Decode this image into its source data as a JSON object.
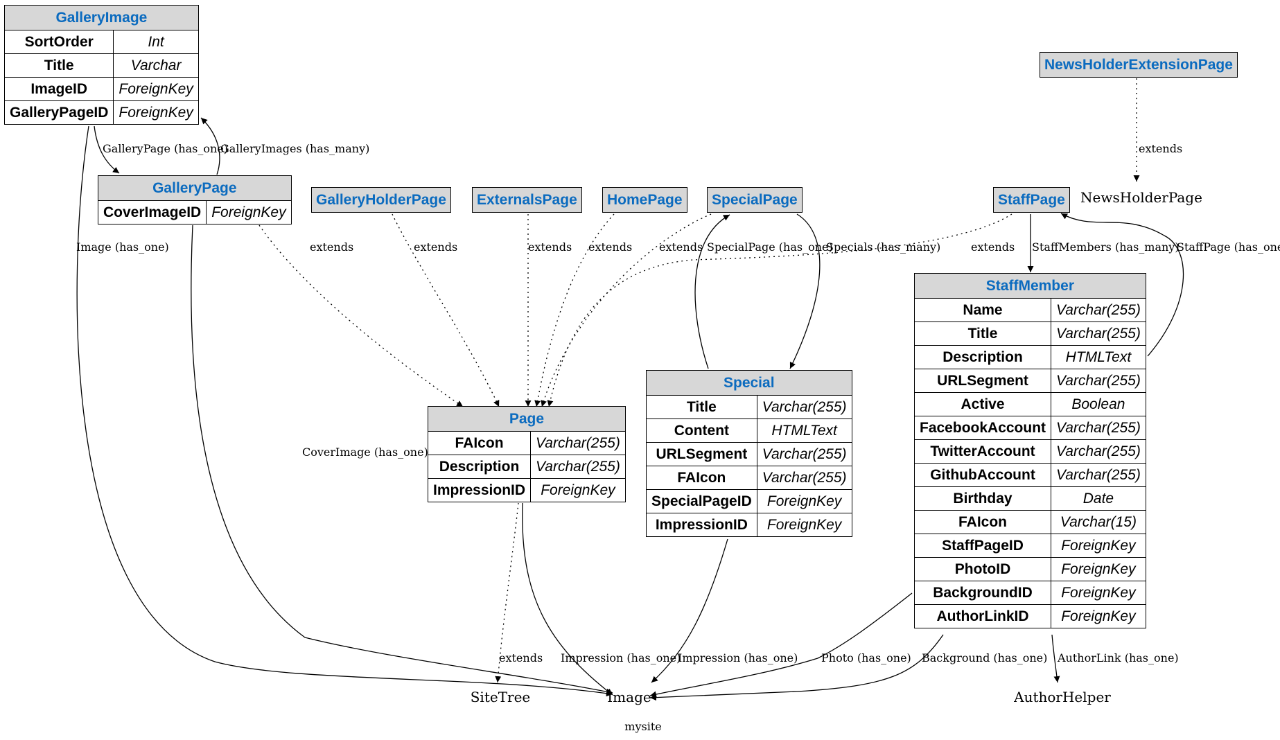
{
  "graph": {
    "caption": "mysite",
    "entities": {
      "GalleryImage": {
        "title": "GalleryImage",
        "fields": [
          {
            "name": "SortOrder",
            "type": "Int"
          },
          {
            "name": "Title",
            "type": "Varchar"
          },
          {
            "name": "ImageID",
            "type": "ForeignKey"
          },
          {
            "name": "GalleryPageID",
            "type": "ForeignKey"
          }
        ]
      },
      "GalleryPage": {
        "title": "GalleryPage",
        "fields": [
          {
            "name": "CoverImageID",
            "type": "ForeignKey"
          }
        ]
      },
      "GalleryHolderPage": {
        "title": "GalleryHolderPage",
        "fields": []
      },
      "ExternalsPage": {
        "title": "ExternalsPage",
        "fields": []
      },
      "HomePage": {
        "title": "HomePage",
        "fields": []
      },
      "SpecialPage": {
        "title": "SpecialPage",
        "fields": []
      },
      "StaffPage": {
        "title": "StaffPage",
        "fields": []
      },
      "NewsHolderExtensionPage": {
        "title": "NewsHolderExtensionPage",
        "fields": []
      },
      "Page": {
        "title": "Page",
        "fields": [
          {
            "name": "FAIcon",
            "type": "Varchar(255)"
          },
          {
            "name": "Description",
            "type": "Varchar(255)"
          },
          {
            "name": "ImpressionID",
            "type": "ForeignKey"
          }
        ]
      },
      "Special": {
        "title": "Special",
        "fields": [
          {
            "name": "Title",
            "type": "Varchar(255)"
          },
          {
            "name": "Content",
            "type": "HTMLText"
          },
          {
            "name": "URLSegment",
            "type": "Varchar(255)"
          },
          {
            "name": "FAIcon",
            "type": "Varchar(255)"
          },
          {
            "name": "SpecialPageID",
            "type": "ForeignKey"
          },
          {
            "name": "ImpressionID",
            "type": "ForeignKey"
          }
        ]
      },
      "StaffMember": {
        "title": "StaffMember",
        "fields": [
          {
            "name": "Name",
            "type": "Varchar(255)"
          },
          {
            "name": "Title",
            "type": "Varchar(255)"
          },
          {
            "name": "Description",
            "type": "HTMLText"
          },
          {
            "name": "URLSegment",
            "type": "Varchar(255)"
          },
          {
            "name": "Active",
            "type": "Boolean"
          },
          {
            "name": "FacebookAccount",
            "type": "Varchar(255)"
          },
          {
            "name": "TwitterAccount",
            "type": "Varchar(255)"
          },
          {
            "name": "GithubAccount",
            "type": "Varchar(255)"
          },
          {
            "name": "Birthday",
            "type": "Date"
          },
          {
            "name": "FAIcon",
            "type": "Varchar(15)"
          },
          {
            "name": "StaffPageID",
            "type": "ForeignKey"
          },
          {
            "name": "PhotoID",
            "type": "ForeignKey"
          },
          {
            "name": "BackgroundID",
            "type": "ForeignKey"
          },
          {
            "name": "AuthorLinkID",
            "type": "ForeignKey"
          }
        ]
      }
    },
    "external_nodes": {
      "NewsHolderPage": "NewsHolderPage",
      "SiteTree": "SiteTree",
      "Image": "Image",
      "AuthorHelper": "AuthorHelper"
    },
    "edges": [
      {
        "from": "GalleryImage",
        "to": "GalleryPage",
        "label": "GalleryPage (has_one)",
        "style": "solid"
      },
      {
        "from": "GalleryPage",
        "to": "GalleryImage",
        "label": "GalleryImages (has_many)",
        "style": "solid"
      },
      {
        "from": "GalleryImage",
        "to": "Image",
        "label": "Image (has_one)",
        "style": "solid"
      },
      {
        "from": "GalleryPage",
        "to": "Page",
        "label": "extends",
        "style": "dotted"
      },
      {
        "from": "GalleryPage",
        "to": "Image",
        "label": "CoverImage (has_one)",
        "style": "solid"
      },
      {
        "from": "GalleryHolderPage",
        "to": "Page",
        "label": "extends",
        "style": "dotted"
      },
      {
        "from": "ExternalsPage",
        "to": "Page",
        "label": "extends",
        "style": "dotted"
      },
      {
        "from": "HomePage",
        "to": "Page",
        "label": "extends",
        "style": "dotted"
      },
      {
        "from": "SpecialPage",
        "to": "Page",
        "label": "extends",
        "style": "dotted"
      },
      {
        "from": "Special",
        "to": "SpecialPage",
        "label": "SpecialPage (has_one)",
        "style": "solid"
      },
      {
        "from": "SpecialPage",
        "to": "Special",
        "label": "Specials (has_many)",
        "style": "solid"
      },
      {
        "from": "StaffPage",
        "to": "Page",
        "label": "extends",
        "style": "dotted"
      },
      {
        "from": "StaffPage",
        "to": "StaffMember",
        "label": "StaffMembers (has_many)",
        "style": "solid"
      },
      {
        "from": "StaffMember",
        "to": "StaffPage",
        "label": "StaffPage (has_one)",
        "style": "solid"
      },
      {
        "from": "NewsHolderExtensionPage",
        "to": "NewsHolderPage",
        "label": "extends",
        "style": "dotted"
      },
      {
        "from": "Page",
        "to": "SiteTree",
        "label": "extends",
        "style": "dotted"
      },
      {
        "from": "Page",
        "to": "Image",
        "label": "Impression (has_one)",
        "style": "solid"
      },
      {
        "from": "Special",
        "to": "Image",
        "label": "Impression (has_one)",
        "style": "solid"
      },
      {
        "from": "StaffMember",
        "to": "Image",
        "label": "Photo (has_one)",
        "style": "solid"
      },
      {
        "from": "StaffMember",
        "to": "Image",
        "label": "Background (has_one)",
        "style": "solid"
      },
      {
        "from": "StaffMember",
        "to": "AuthorHelper",
        "label": "AuthorLink (has_one)",
        "style": "solid"
      }
    ]
  }
}
